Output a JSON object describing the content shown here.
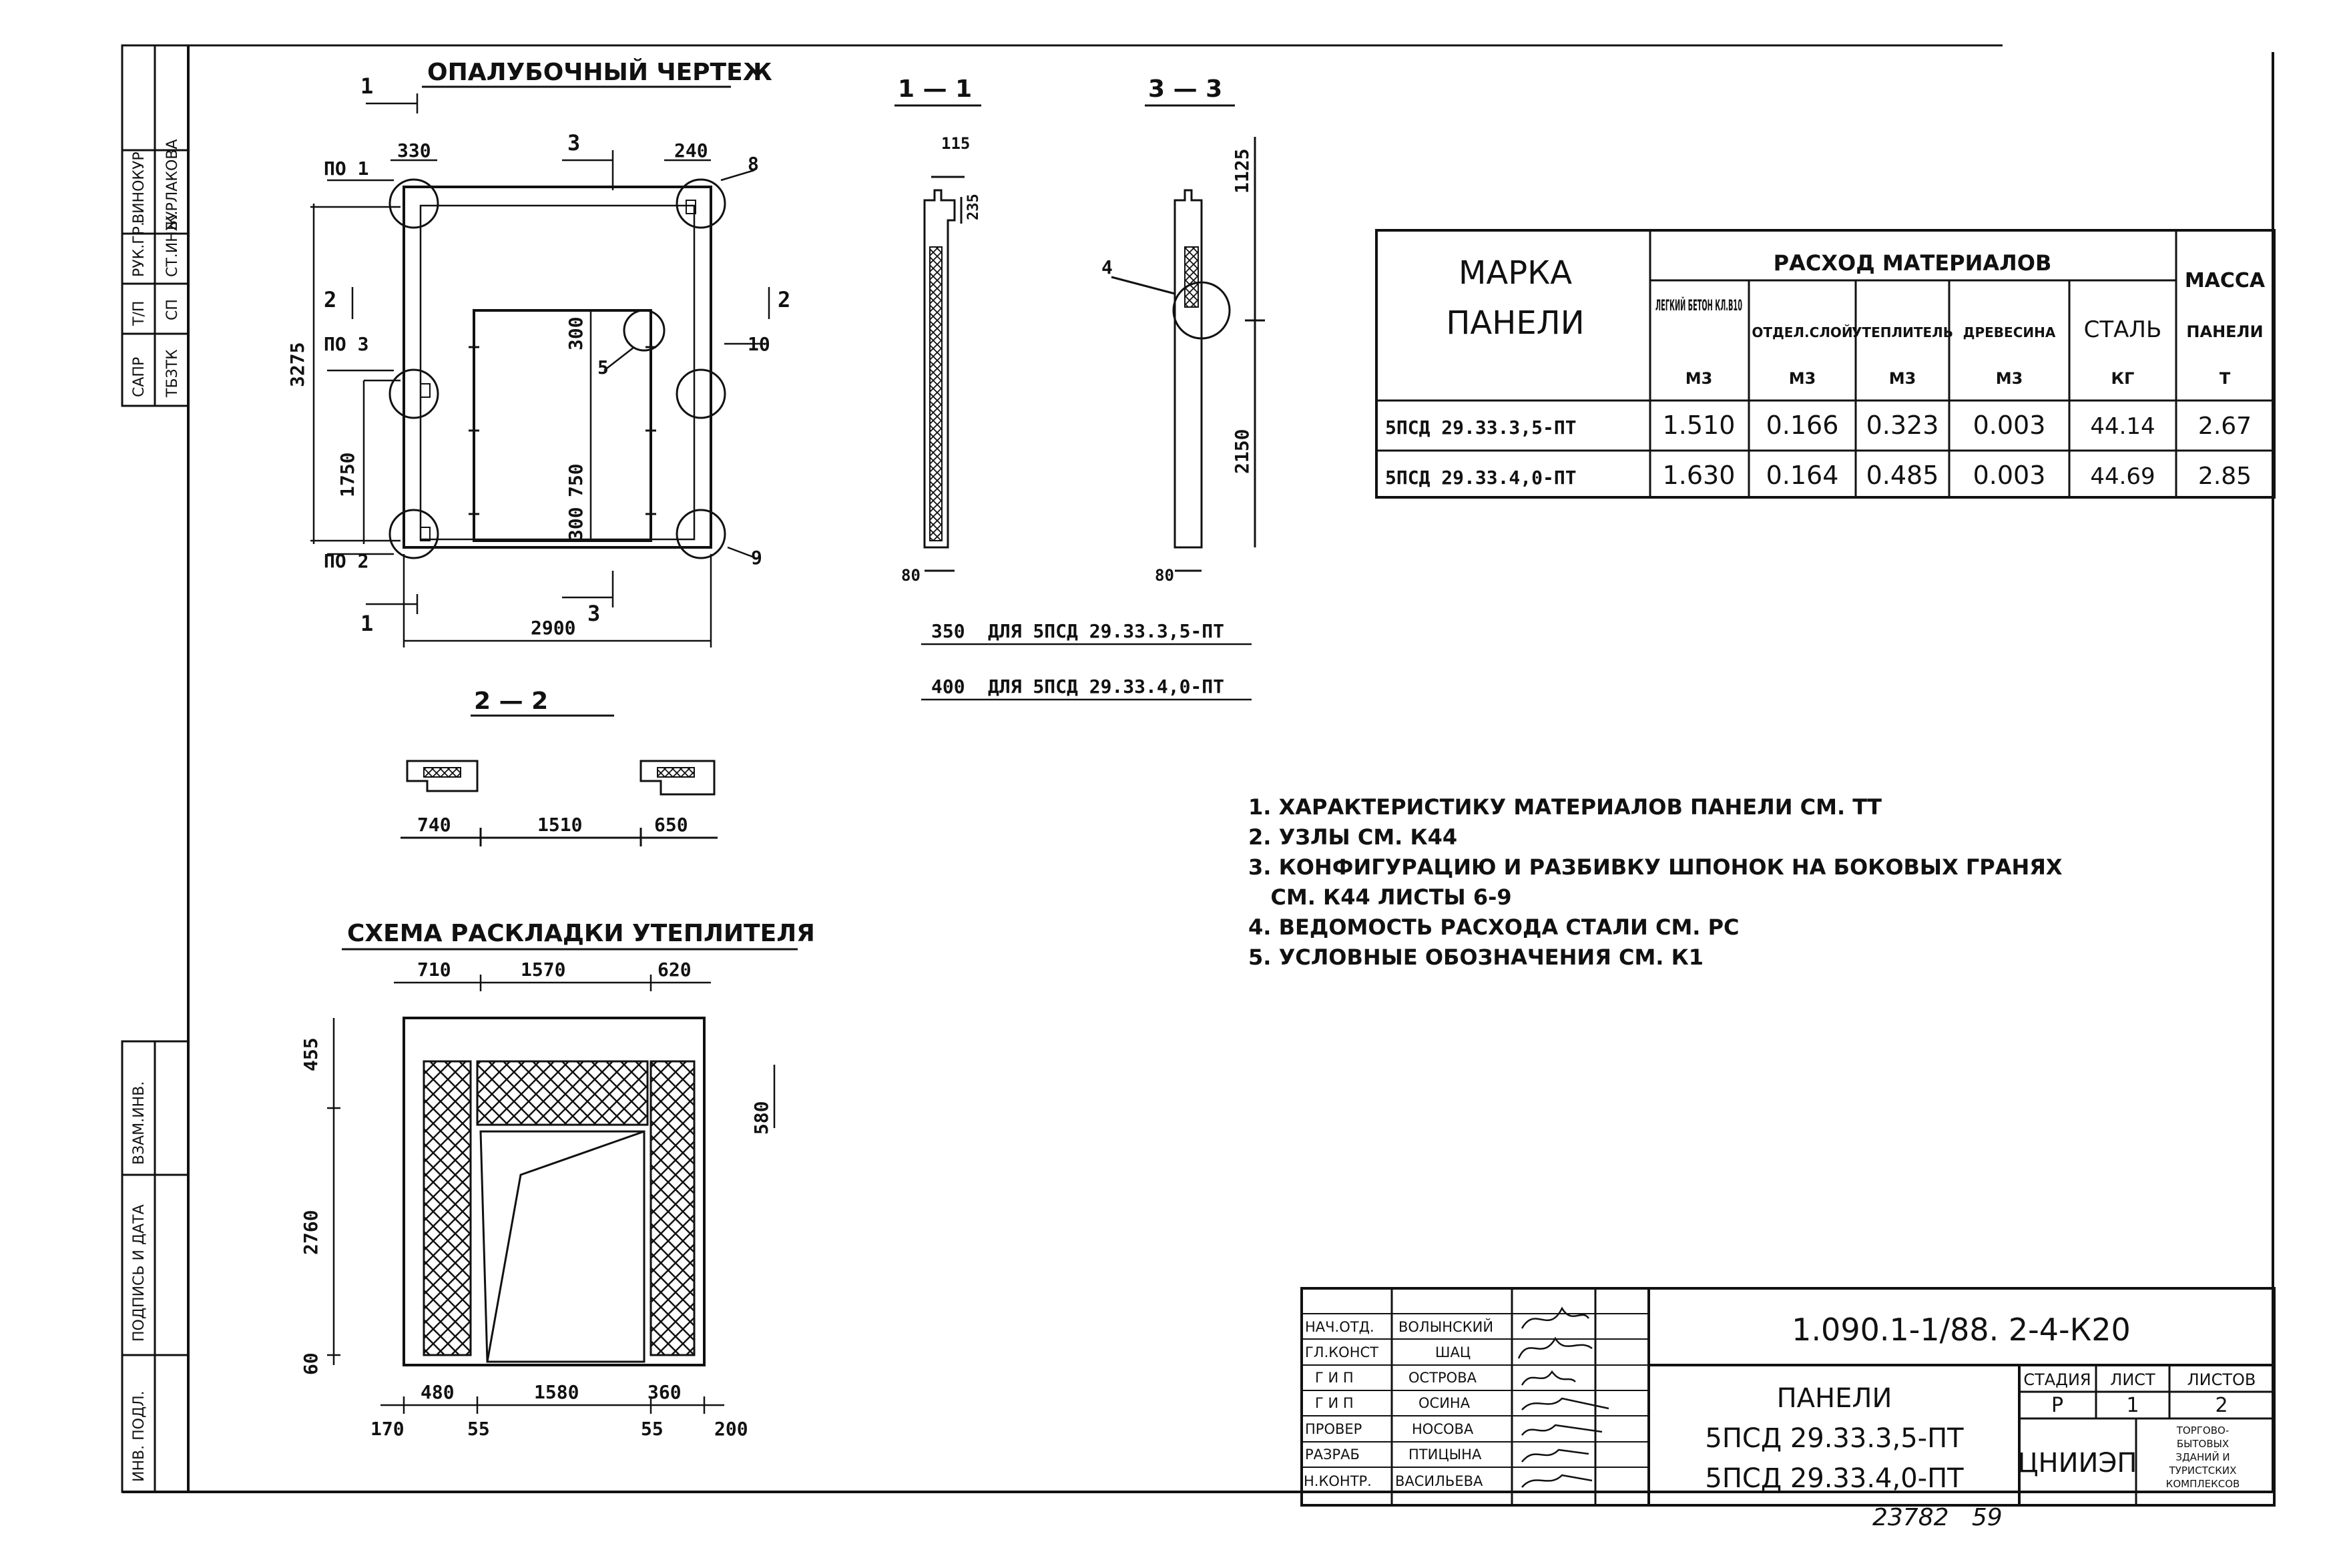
{
  "drawing": {
    "formwork_title": "ОПАЛУБОЧНЫЙ ЧЕРТЕЖ",
    "section_1_1": "1 — 1",
    "section_3_3": "3 — 3",
    "section_2_2": "2 — 2",
    "insulation_title": "СХЕМА РАСКЛАДКИ УТЕПЛИТЕЛЯ",
    "labels": {
      "po1": "ПО 1",
      "po2": "ПО 2",
      "po3": "ПО 3",
      "n5": "5",
      "n8": "8",
      "n9": "9",
      "n10": "10",
      "n4": "4",
      "cut1": "1",
      "cut2": "2",
      "cut3": "3"
    },
    "dims": {
      "d330": "330",
      "d240": "240",
      "d3275": "3275",
      "d1750": "1750",
      "d300a": "300",
      "d750": "750",
      "d300b": "300",
      "d2900": "2900",
      "d115": "115",
      "d235": "235",
      "d1125": "1125",
      "d2150": "2150",
      "d80a": "80",
      "d80b": "80",
      "d740": "740",
      "d1510": "1510",
      "d650": "650",
      "d710": "710",
      "d1570": "1570",
      "d620": "620",
      "d455": "455",
      "d2760": "2760",
      "d60": "60",
      "d580": "580",
      "d480": "480",
      "d1580": "1580",
      "d360": "360",
      "d170": "170",
      "d55a": "55",
      "d55b": "55",
      "d200": "200"
    },
    "variants": [
      {
        "dim": "350",
        "text": "ДЛЯ  5ПСД 29.33.3,5-ПТ"
      },
      {
        "dim": "400",
        "text": "ДЛЯ  5ПСД 29.33.4,0-ПТ"
      }
    ]
  },
  "materials_table": {
    "mark_header": [
      "МАРКА",
      "ПАНЕЛИ"
    ],
    "consumption_header": "РАСХОД МАТЕРИАЛОВ",
    "mass_header": "МАССА",
    "columns": [
      {
        "name": "ЛЕГКИЙ БЕТОН КЛ.В10",
        "unit": "М3"
      },
      {
        "name": "ОТДЕЛ.СЛОЙ",
        "unit": "М3"
      },
      {
        "name": "УТЕПЛИТЕЛЬ",
        "unit": "М3"
      },
      {
        "name": "ДРЕВЕСИНА",
        "unit": "М3"
      },
      {
        "name": "СТАЛЬ",
        "unit": "КГ"
      },
      {
        "name": "ПАНЕЛИ",
        "unit": "Т"
      }
    ],
    "rows": [
      {
        "mark": "5ПСД 29.33.3,5-ПТ",
        "values": [
          "1.510",
          "0.166",
          "0.323",
          "0.003",
          "44.14",
          "2.67"
        ]
      },
      {
        "mark": "5ПСД 29.33.4,0-ПТ",
        "values": [
          "1.630",
          "0.164",
          "0.485",
          "0.003",
          "44.69",
          "2.85"
        ]
      }
    ]
  },
  "notes": [
    "1. ХАРАКТЕРИСТИКУ МАТЕРИАЛОВ ПАНЕЛИ СМ. ТТ",
    "2. УЗЛЫ СМ. К44",
    "3. КОНФИГУРАЦИЮ И РАЗБИВКУ ШПОНОК НА БОКОВЫХ ГРАНЯХ",
    "   СМ. К44 ЛИСТЫ 6-9",
    "4. ВЕДОМОСТЬ РАСХОДА СТАЛИ СМ. РС",
    "5. УСЛОВНЫЕ ОБОЗНАЧЕНИЯ СМ. К1"
  ],
  "left_stamp": {
    "top_cells": [
      "САПР",
      "Т/П",
      "РУК.ГР.",
      "ВИНОКУР",
      "ТБЗТК",
      "СП",
      "СТ.ИНЖ.",
      "БУРЛАКОВА"
    ],
    "bottom_cells": [
      "ВЗАМ.ИНВ.",
      "ПОДПИСЬ И ДАТА",
      "ИНВ. ПОДЛ."
    ]
  },
  "title_block": {
    "code": "1.090.1-1/88. 2-4-К20",
    "signers": [
      {
        "role": "НАЧ.ОТД.",
        "name": "ВОЛЫНСКИЙ"
      },
      {
        "role": "ГЛ.КОНСТ",
        "name": "ШАЦ"
      },
      {
        "role": "Г И П",
        "name": "ОСТРОВА"
      },
      {
        "role": "Г И П",
        "name": "ОСИНА"
      },
      {
        "role": "ПРОВЕР",
        "name": "НОСОВА"
      },
      {
        "role": "РАЗРАБ",
        "name": "ПТИЦЫНА"
      },
      {
        "role": "Н.КОНТР.",
        "name": "ВАСИЛЬЕВА"
      }
    ],
    "name_lines": [
      "ПАНЕЛИ",
      "5ПСД 29.33.3,5-ПТ",
      "5ПСД 29.33.4,0-ПТ"
    ],
    "stage_header": "СТАДИЯ",
    "sheet_header": "ЛИСТ",
    "sheets_header": "ЛИСТОВ",
    "stage": "Р",
    "sheet": "1",
    "sheets": "2",
    "org": "ЦНИИЭП",
    "org_desc": [
      "ТОРГОВО-",
      "БЫТОВЫХ",
      "ЗДАНИЙ И",
      "ТУРИСТСКИХ",
      "КОМПЛЕКСОВ"
    ],
    "archive": "23782   59"
  }
}
